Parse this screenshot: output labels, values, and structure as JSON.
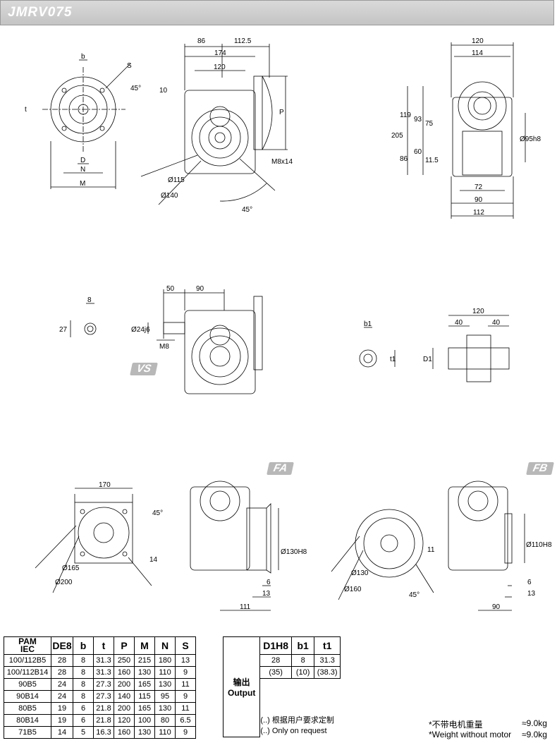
{
  "title": "JMRV075",
  "views": {
    "vs": "VS",
    "fa": "FA",
    "fb": "FB"
  },
  "dims": {
    "front": [
      "86",
      "112.5",
      "174",
      "120",
      "10",
      "P",
      "Ø115",
      "Ø140",
      "M8x14",
      "45°"
    ],
    "flange": [
      "b",
      "t",
      "S",
      "45°",
      "D",
      "N",
      "M"
    ],
    "side": [
      "120",
      "114",
      "205",
      "119",
      "93",
      "75",
      "86",
      "60",
      "11.5",
      "Ø95h8",
      "72",
      "90",
      "112"
    ],
    "vs_shaft": [
      "8",
      "27"
    ],
    "vs_view": [
      "50",
      "90",
      "Ø24j6",
      "M8"
    ],
    "hollow": [
      "b1",
      "t1",
      "D1",
      "120",
      "40",
      "40"
    ],
    "fa_flange": [
      "170",
      "45°",
      "Ø165",
      "Ø200",
      "14"
    ],
    "fa_side": [
      "Ø130H8",
      "6",
      "13",
      "111"
    ],
    "fb_flange": [
      "Ø130",
      "Ø160",
      "11",
      "45°"
    ],
    "fb_side": [
      "Ø110H8",
      "6",
      "13",
      "90"
    ]
  },
  "table": {
    "headers": [
      "PAM IEC",
      "DE8",
      "b",
      "t",
      "P",
      "M",
      "N",
      "S"
    ],
    "header_pam": "PAM",
    "header_iec": "IEC",
    "rows": [
      [
        "100/112B5",
        "28",
        "8",
        "31.3",
        "250",
        "215",
        "180",
        "13"
      ],
      [
        "100/112B14",
        "28",
        "8",
        "31.3",
        "160",
        "130",
        "110",
        "9"
      ],
      [
        "90B5",
        "24",
        "8",
        "27.3",
        "200",
        "165",
        "130",
        "11"
      ],
      [
        "90B14",
        "24",
        "8",
        "27.3",
        "140",
        "115",
        "95",
        "9"
      ],
      [
        "80B5",
        "19",
        "6",
        "21.8",
        "200",
        "165",
        "130",
        "11"
      ],
      [
        "80B14",
        "19",
        "6",
        "21.8",
        "120",
        "100",
        "80",
        "6.5"
      ],
      [
        "71B5",
        "14",
        "5",
        "16.3",
        "160",
        "130",
        "110",
        "9"
      ]
    ],
    "output_cn": "输出",
    "output_en": "Output",
    "out_headers": [
      "D1H8",
      "b1",
      "t1"
    ],
    "out_rows": [
      [
        "28",
        "8",
        "31.3"
      ],
      [
        "(35)",
        "(10)",
        "(38.3)"
      ]
    ],
    "note_cn": "(..) 根据用户要求定制",
    "note_en": "(..) Only on request"
  },
  "weight": {
    "cn_label": "*不带电机重量",
    "cn_value": "≈9.0kg",
    "en_label": "*Weight without motor",
    "en_value": "≈9.0kg"
  }
}
